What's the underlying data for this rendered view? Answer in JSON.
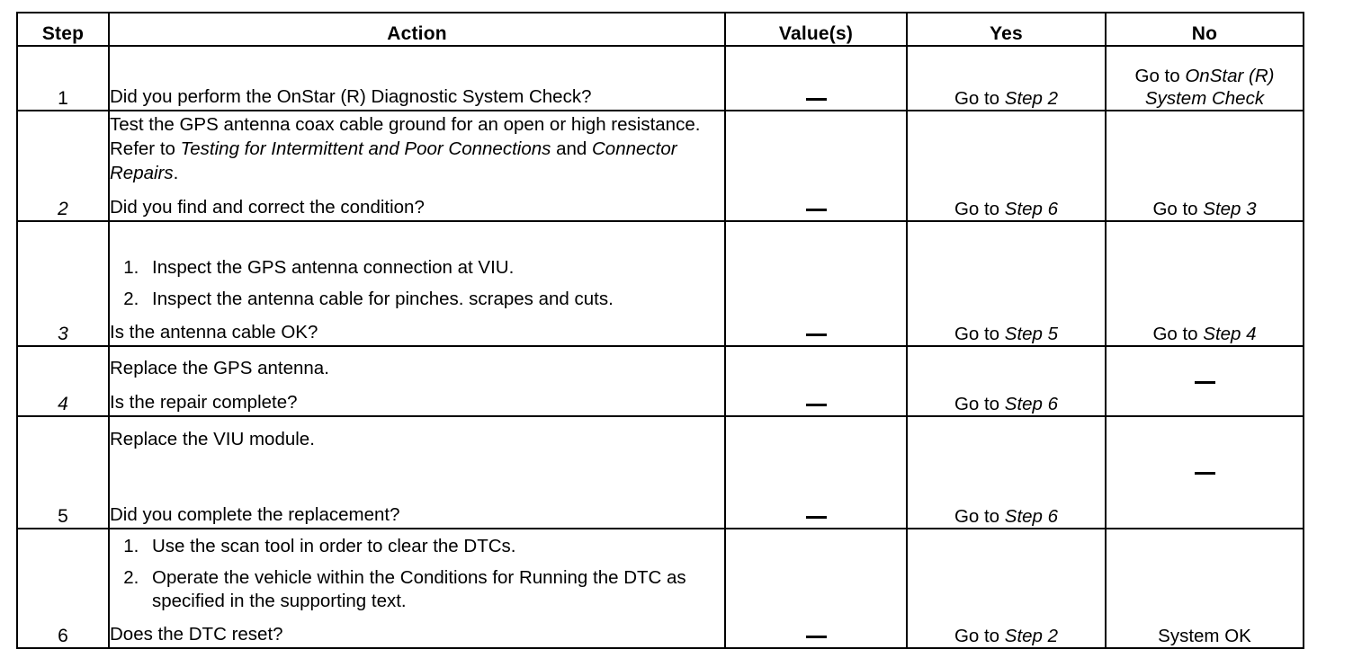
{
  "document": {
    "type": "diagnostic-procedure-table",
    "columns": [
      "Step",
      "Action",
      "Value(s)",
      "Yes",
      "No"
    ]
  },
  "table": {
    "headers": {
      "step": "Step",
      "action": "Action",
      "value": "Value(s)",
      "yes": "Yes",
      "no": "No"
    },
    "rows": [
      {
        "step": "1",
        "action": {
          "paragraphs": [
            {
              "text": "Did you perform the OnStar (R)  Diagnostic System Check?"
            }
          ]
        },
        "value": "—",
        "yes": {
          "prefix": "Go to ",
          "italic": "Step 2"
        },
        "no": {
          "prefix": "Go to ",
          "italic": "OnStar (R)",
          "italic_line2": "System Check"
        }
      },
      {
        "step": "2",
        "action": {
          "paragraphs": [
            {
              "text_1": "Test the GPS antenna coax cable ground for an open or high resistance. Refer to ",
              "italic_1": "Testing for Intermittent and Poor Connections",
              "text_2": " and ",
              "italic_2": "Connector Repairs",
              "text_3": "."
            },
            {
              "text": "Did you find and correct the condition?"
            }
          ]
        },
        "value": "—",
        "yes": {
          "prefix": "Go to ",
          "italic": "Step 6"
        },
        "no": {
          "prefix": "Go to ",
          "italic": "Step 3"
        }
      },
      {
        "step": "3",
        "action": {
          "list": [
            "Inspect the GPS antenna connection at VIU.",
            "Inspect the antenna cable for pinches. scrapes and cuts."
          ],
          "tail": "Is the antenna cable OK?"
        },
        "value": "—",
        "yes": {
          "prefix": "Go to ",
          "italic": "Step 5"
        },
        "no": {
          "prefix": "Go to ",
          "italic": "Step 4"
        }
      },
      {
        "step": "4",
        "action": {
          "paragraphs": [
            {
              "text": "Replace the GPS antenna."
            },
            {
              "text": "Is the repair complete?"
            }
          ]
        },
        "value": "—",
        "yes": {
          "prefix": "Go to ",
          "italic": "Step 6"
        },
        "no": {
          "dash": "—"
        }
      },
      {
        "step": "5",
        "action": {
          "paragraphs": [
            {
              "text": "Replace the VIU module."
            },
            {
              "text": "Did you complete the replacement?"
            }
          ]
        },
        "value": "—",
        "yes": {
          "prefix": "Go to ",
          "italic": "Step 6"
        },
        "no": {
          "dash": "—"
        }
      },
      {
        "step": "6",
        "action": {
          "list": [
            "Use the scan tool in order to clear the DTCs.",
            "Operate the vehicle within the Conditions for Running the DTC as specified in the supporting text."
          ],
          "tail": "Does the DTC reset?"
        },
        "value": "—",
        "yes": {
          "prefix": "Go to ",
          "italic": "Step 2"
        },
        "no": {
          "text": "System OK"
        }
      }
    ]
  },
  "colors": {
    "ink": "#000000",
    "paper": "#ffffff"
  }
}
